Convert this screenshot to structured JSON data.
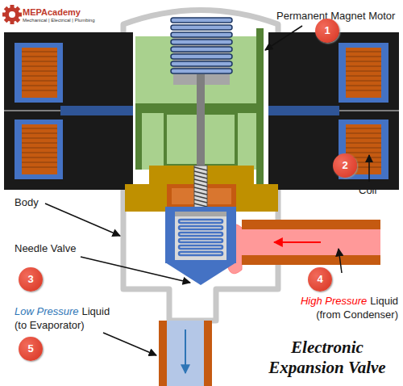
{
  "diagram": {
    "title": "Electronic Expansion Valve",
    "nodes": [
      {
        "text": [
          "1"
        ]
      },
      {
        "text": [
          "2"
        ]
      },
      {
        "text": [
          "3"
        ]
      },
      {
        "text": [
          "4"
        ]
      },
      {
        "text": [
          "5"
        ]
      }
    ],
    "labels": [
      "MEPAcademy",
      "Mechanical | Electrical | Plumbing",
      "Permanent Magnet Motor",
      "Coil",
      "Body",
      "Needle Valve",
      "High Pressure",
      "Liquid",
      "(from Condenser)",
      "Low Pressure",
      "Liquid",
      "(to Evaporator)"
    ]
  }
}
